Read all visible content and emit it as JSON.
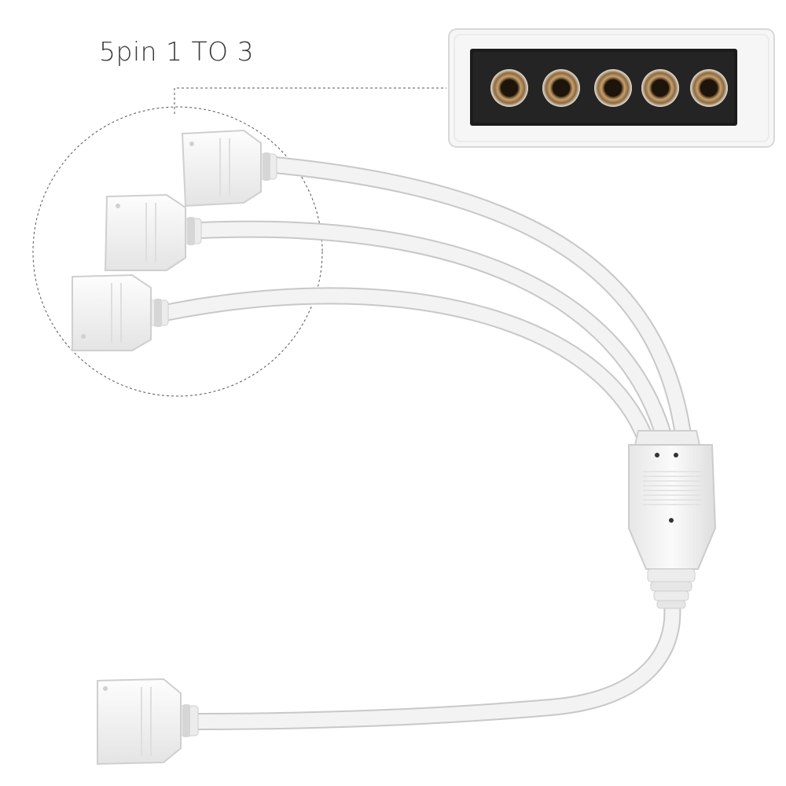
{
  "caption": "5pin 1 TO 3",
  "colors": {
    "background": "#ffffff",
    "cable": "#f2f2f2",
    "cable_edge": "#c9c9c9",
    "connector_body": "#f4f4f4",
    "socket_face": "#1c1c1c",
    "pin_metal": "#b08a5a",
    "guide_line": "#555555"
  },
  "connector_detail": {
    "pin_count": 5
  },
  "branch_connectors": 3,
  "icons": [
    "socket-connector-icon",
    "pin-hole-icon",
    "splitter-hub-icon",
    "plug-connector-icon"
  ]
}
